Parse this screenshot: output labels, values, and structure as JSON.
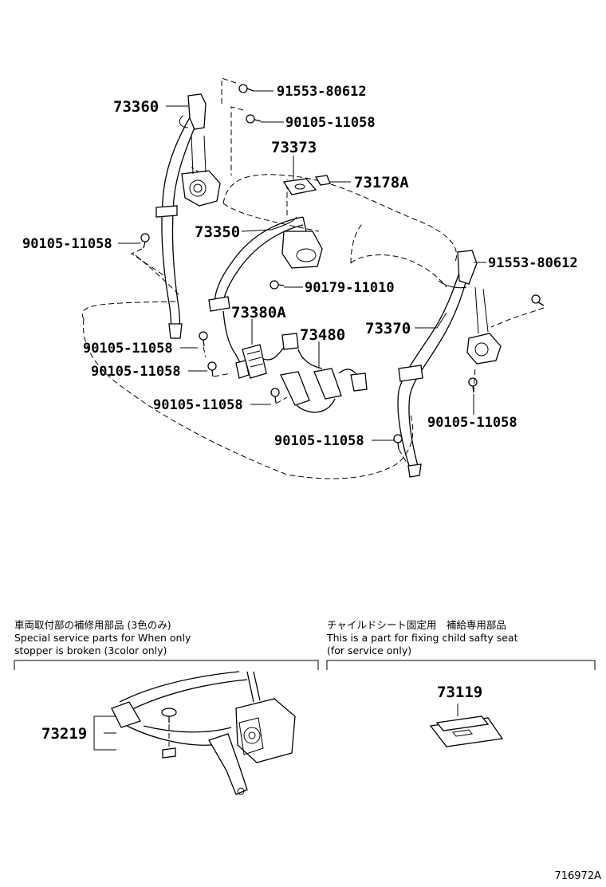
{
  "parts": {
    "p73360": "73360",
    "p91553_top": "91553-80612",
    "p90105_top": "90105-11058",
    "p73373": "73373",
    "p73178A": "73178A",
    "p73350": "73350",
    "p90105_left": "90105-11058",
    "p90179": "90179-11010",
    "p91553_right": "91553-80612",
    "p73380A": "73380A",
    "p73480": "73480",
    "p73370": "73370",
    "p90105_a": "90105-11058",
    "p90105_b": "90105-11058",
    "p90105_c": "90105-11058",
    "p90105_right": "90105-11058",
    "p90105_bottom": "90105-11058",
    "p73219": "73219",
    "p73119": "73119"
  },
  "notes": {
    "left_jp": "車両取付部の補修用部品 (3色のみ)",
    "left_en1": "Special service parts for When only",
    "left_en2": "stopper is broken (3color only)",
    "right_jp": "チャイルドシート固定用　補給専用部品",
    "right_en1": "This is a part for fixing child safty seat",
    "right_en2": "(for service only)"
  },
  "figure_id": "716972A"
}
